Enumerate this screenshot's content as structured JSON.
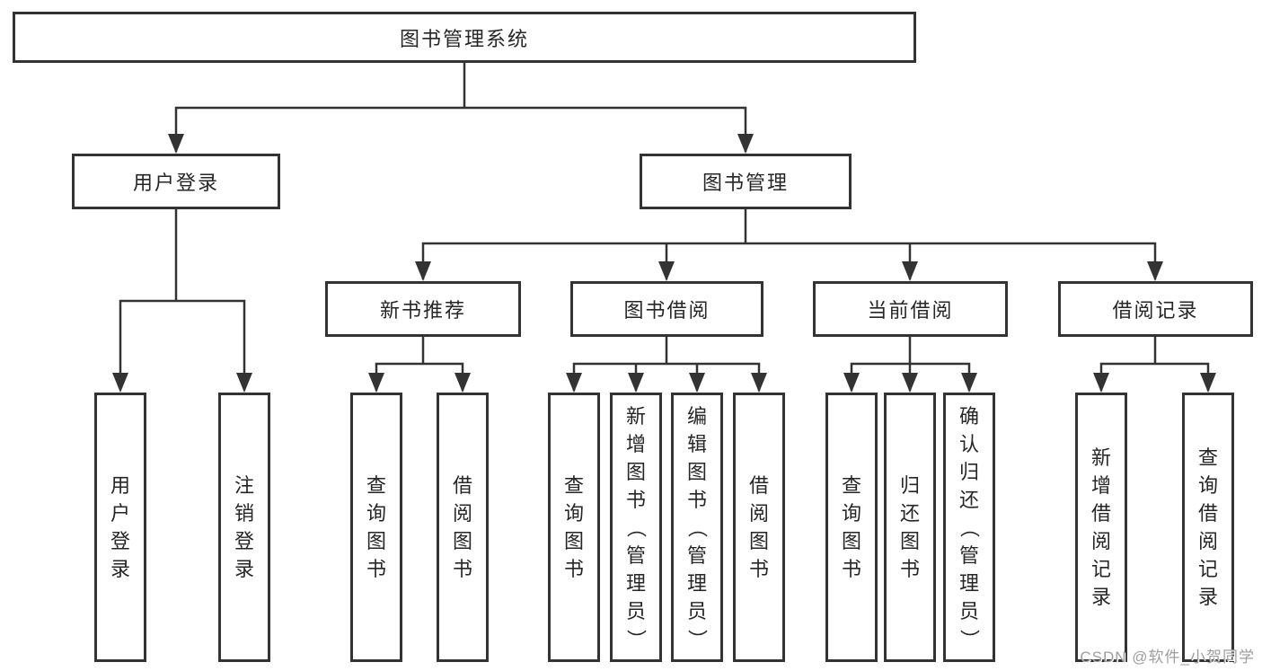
{
  "diagram_title": "图书管理系统",
  "colors": {
    "line": "#333333",
    "box_border": "#333333",
    "text": "#262626",
    "background": "#ffffff",
    "watermark": "#9e9e9e"
  },
  "nodes": {
    "root": {
      "label": "图书管理系统"
    },
    "level2": [
      {
        "label": "用户登录"
      },
      {
        "label": "图书管理"
      }
    ],
    "level3": [
      {
        "parent": "图书管理",
        "label": "新书推荐"
      },
      {
        "parent": "图书管理",
        "label": "图书借阅"
      },
      {
        "parent": "图书管理",
        "label": "当前借阅"
      },
      {
        "parent": "图书管理",
        "label": "借阅记录"
      }
    ],
    "leaves": [
      {
        "parent": "用户登录",
        "label": "用户登录"
      },
      {
        "parent": "用户登录",
        "label": "注销登录"
      },
      {
        "parent": "新书推荐",
        "label": "查询图书"
      },
      {
        "parent": "新书推荐",
        "label": "借阅图书"
      },
      {
        "parent": "图书借阅",
        "label": "查询图书"
      },
      {
        "parent": "图书借阅",
        "label": "新增图书（管理员）"
      },
      {
        "parent": "图书借阅",
        "label": "编辑图书（管理员）"
      },
      {
        "parent": "图书借阅",
        "label": "借阅图书"
      },
      {
        "parent": "当前借阅",
        "label": "查询图书"
      },
      {
        "parent": "当前借阅",
        "label": "归还图书"
      },
      {
        "parent": "当前借阅",
        "label": "确认归还（管理员）"
      },
      {
        "parent": "借阅记录",
        "label": "新增借阅记录"
      },
      {
        "parent": "借阅记录",
        "label": "查询借阅记录"
      }
    ]
  },
  "watermark": {
    "text": "CSDN @软件_小贺同学"
  }
}
